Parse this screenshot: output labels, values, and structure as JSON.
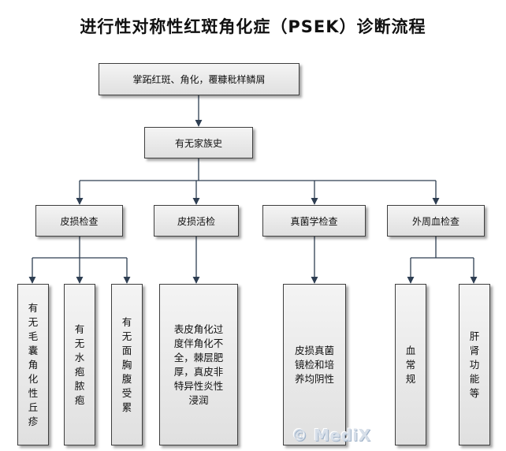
{
  "title": "进行性对称性红斑角化症（PSEK）诊断流程",
  "nodes": {
    "root": "掌跖红斑、角化，覆糠秕样鳞屑",
    "family": "有无家族史",
    "skin_exam": "皮损检查",
    "biopsy": "皮损活检",
    "fungal": "真菌学检查",
    "blood": "外周血检查",
    "papule": "有无毛囊角化性丘疹",
    "blister": "有无水疱脓疱",
    "face": "有无面胸腹受累",
    "biopsy_result": "表皮角化过度伴角化不全，棘层肥厚，真皮非特异性炎性浸润",
    "fungal_result": "皮损真菌镜检和培养均阴性",
    "cbc": "血常规",
    "liver": "肝肾功能等"
  },
  "watermark": "© MediX"
}
